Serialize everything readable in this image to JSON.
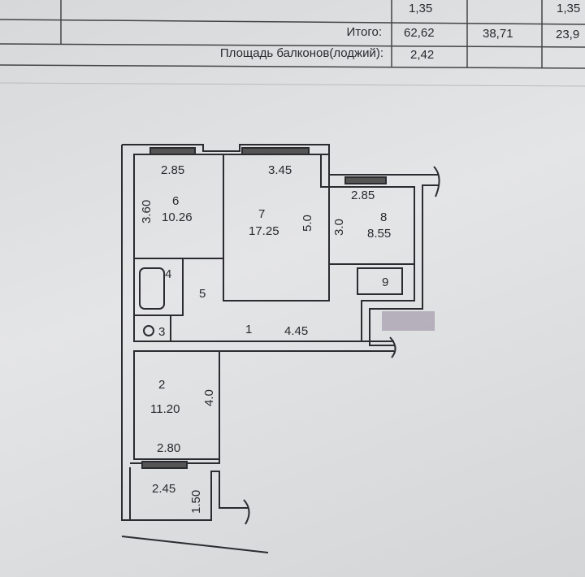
{
  "summary_table": {
    "rows": [
      {
        "label": "",
        "values": [
          "1,35",
          "",
          "1,35"
        ]
      },
      {
        "label": "Итого:",
        "values": [
          "62,62",
          "38,71",
          "23,9"
        ]
      },
      {
        "label": "Площадь балконов(лоджий):",
        "values": [
          "2,42",
          "",
          ""
        ]
      }
    ]
  },
  "floor_plan": {
    "rooms": [
      {
        "number": "6",
        "area": "10.26",
        "width": "2.85",
        "length": "3.60"
      },
      {
        "number": "7",
        "area": "17.25",
        "width": "3.45",
        "length": "5.0"
      },
      {
        "number": "8",
        "area": "8.55",
        "width": "2.85",
        "length": "3.0"
      },
      {
        "number": "2",
        "area": "11.20",
        "width": "2.80",
        "length": "4.0"
      },
      {
        "number": "1",
        "length": "4.45"
      },
      {
        "number": "3"
      },
      {
        "number": "4"
      },
      {
        "number": "5"
      },
      {
        "number": "9"
      }
    ],
    "balcony": {
      "width": "2.45",
      "length": "1.50"
    }
  }
}
